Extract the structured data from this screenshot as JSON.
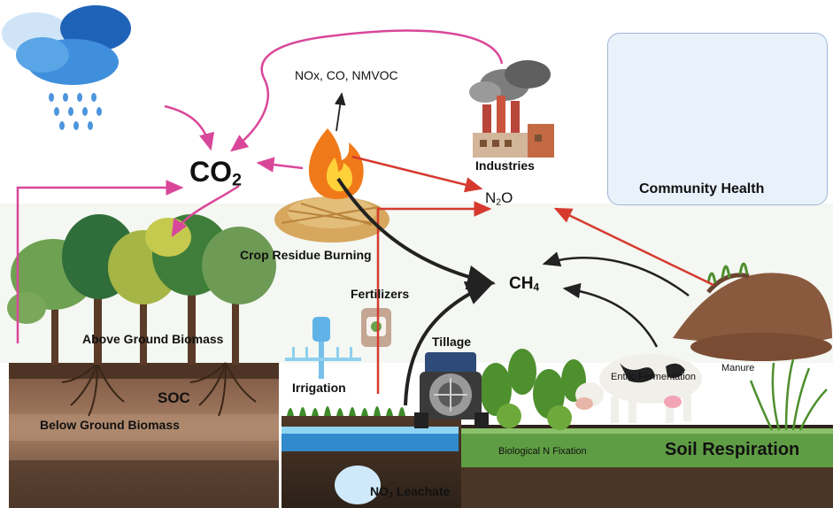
{
  "labels": {
    "co2": {
      "main": "CO",
      "sub": "2"
    },
    "n2o": {
      "pre": "N",
      "sub": "2",
      "post": "O"
    },
    "ch4": {
      "main": "CH",
      "sub": "4"
    },
    "emissions": "NOx, CO, NMVOC",
    "industries": "Industries",
    "community_health": "Community Health",
    "crop_residue_burning": "Crop Residue Burning",
    "fertilizers": "Fertilizers",
    "tillage": "Tillage",
    "irrigation": "Irrigation",
    "above_ground_biomass": "Above Ground Biomass",
    "soc": "SOC",
    "below_ground_biomass": "Below Ground Biomass",
    "manure": "Manure",
    "entric_fermentation": "Entric Fermentation",
    "biological_n_fixation": "Biological N Fixation",
    "soil_respiration": "Soil Respiration",
    "no3_leachate": {
      "pre": "NO",
      "sub": "3",
      "post": " Leachate"
    }
  },
  "colors": {
    "co2_flux": "#d9479a",
    "n2o_flux": "#d63a2f",
    "ch4_flux": "#222222",
    "soil_dark": "#6b4a37",
    "water": "#2f8fd6",
    "panel_bg": "#e9f1fb"
  },
  "icons": [
    "rain-cloud-icon",
    "factory-icon",
    "fire-icon",
    "tree-icon",
    "virus-icon",
    "runner-icon",
    "cow-icon",
    "tractor-icon",
    "fertilizer-bag-icon",
    "sprinkler-icon",
    "manure-pile-icon"
  ]
}
